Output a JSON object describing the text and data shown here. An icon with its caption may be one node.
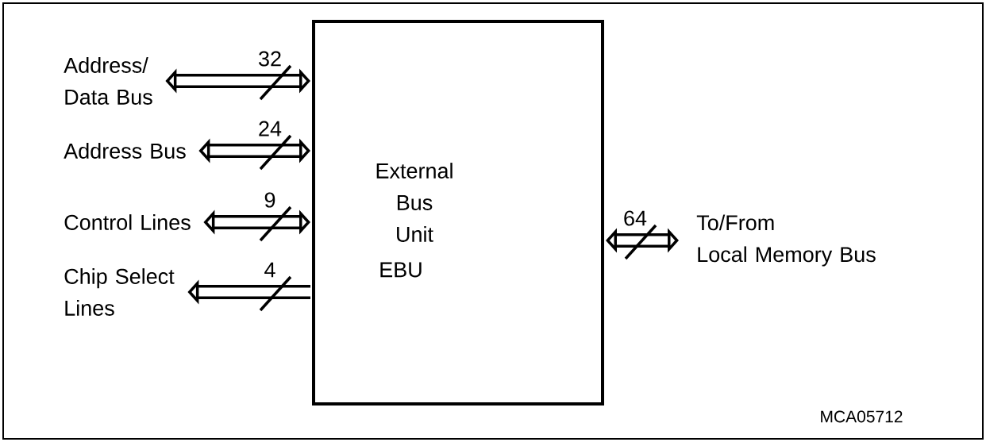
{
  "diagram": {
    "nodes": [
      {
        "text": [
          "External Bus Unit",
          "EBU"
        ]
      },
      {
        "text": [
          "Address/ Data Bus"
        ]
      },
      {
        "text": [
          "Address Bus"
        ]
      },
      {
        "text": [
          "Control Lines"
        ]
      },
      {
        "text": [
          "Chip Select Lines"
        ]
      },
      {
        "text": [
          "To/From Local Memory Bus"
        ]
      }
    ],
    "edges": [
      {
        "from": 0,
        "to": 1,
        "arrow": "both",
        "label": "32"
      },
      {
        "from": 0,
        "to": 2,
        "arrow": "both",
        "label": "24"
      },
      {
        "from": 0,
        "to": 3,
        "arrow": "both",
        "label": "9"
      },
      {
        "from": 0,
        "to": 4,
        "arrow": "to",
        "label": "4"
      },
      {
        "from": 0,
        "to": 5,
        "arrow": "both",
        "label": "64"
      }
    ],
    "labels": [
      "MCA05712"
    ]
  }
}
